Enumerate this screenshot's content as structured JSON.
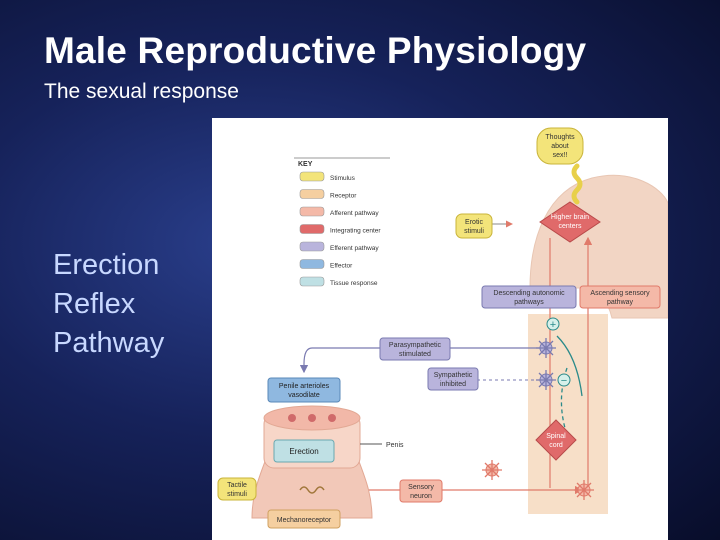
{
  "slide": {
    "title": "Male Reproductive Physiology",
    "subtitle": "The sexual response",
    "side_lines": [
      "Erection",
      "Reflex",
      "Pathway"
    ]
  },
  "key": {
    "heading": "KEY",
    "items": [
      {
        "label": "Stimulus",
        "color": "#f3e47a"
      },
      {
        "label": "Receptor",
        "color": "#f5cfa0"
      },
      {
        "label": "Afferent pathway",
        "color": "#f4b9a8"
      },
      {
        "label": "Integrating center",
        "color": "#e06a6a"
      },
      {
        "label": "Efferent pathway",
        "color": "#b9b4dc"
      },
      {
        "label": "Effector",
        "color": "#8fb8e0"
      },
      {
        "label": "Tissue response",
        "color": "#bfe0e4"
      }
    ]
  },
  "boxes": {
    "thoughts": [
      "Thoughts",
      "about",
      "sex!!"
    ],
    "erotic": [
      "Erotic",
      "stimuli"
    ],
    "higher_brain": [
      "Higher brain",
      "centers"
    ],
    "descending": [
      "Descending autonomic",
      "pathways"
    ],
    "ascending": [
      "Ascending sensory",
      "pathway"
    ],
    "parasympathetic": [
      "Parasympathetic",
      "stimulated"
    ],
    "sympathetic": [
      "Sympathetic",
      "inhibited"
    ],
    "penile": [
      "Penile arterioles",
      "vasodilate"
    ],
    "erection": [
      "Erection"
    ],
    "penis": [
      "Penis"
    ],
    "spinal": [
      "Spinal",
      "cord"
    ],
    "tactile": [
      "Tactile",
      "stimuli"
    ],
    "sensory": [
      "Sensory",
      "neuron"
    ],
    "mechanoreceptor": [
      "Mechanoreceptor"
    ]
  },
  "signs": {
    "plus": "+",
    "minus": "−"
  },
  "colors": {
    "stimulus": "#f3e47a",
    "receptor": "#f5cfa0",
    "efferent": "#b9b4dc",
    "effector": "#8fb8e0",
    "tissue": "#bfe0e4",
    "integrating": "#e06a6a",
    "spinal_band": "#f7dfc8",
    "head_skin": "#f2d5c4",
    "pathway_line": "#e07a6a",
    "efferent_line": "#7a7ab0"
  }
}
